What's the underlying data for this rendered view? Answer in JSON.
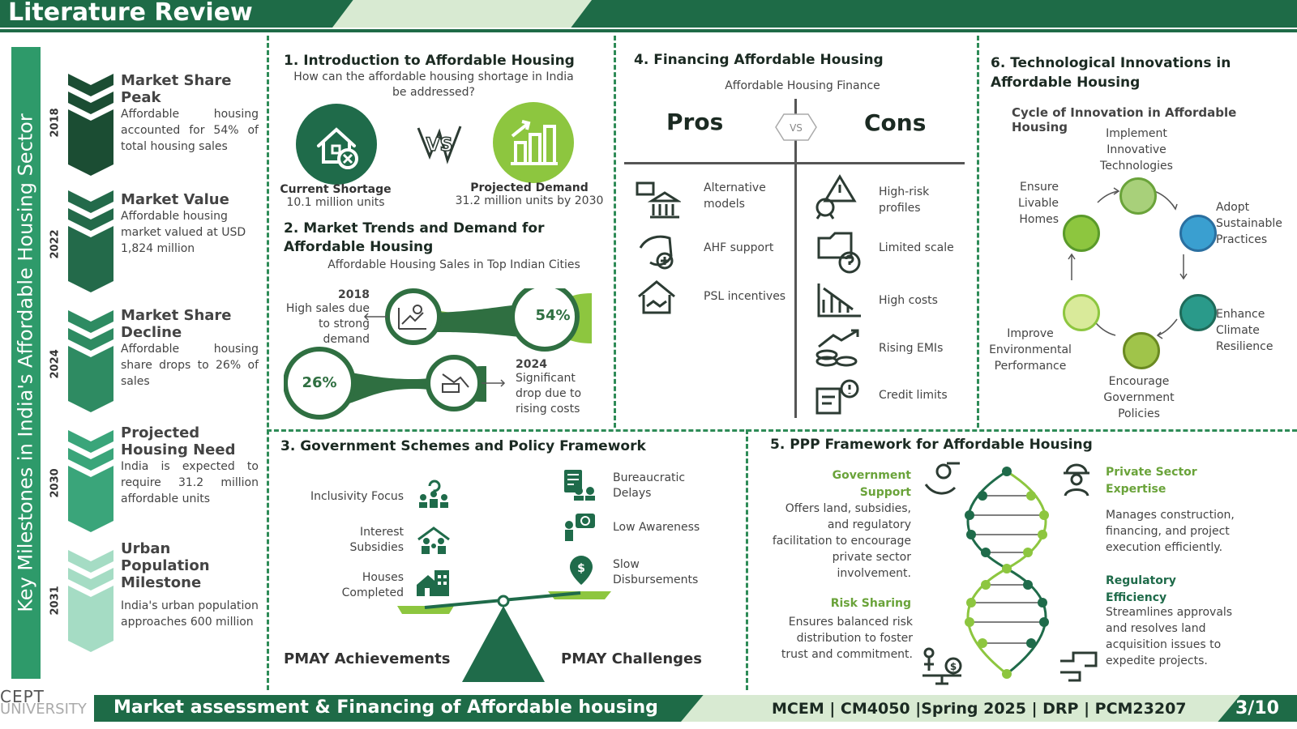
{
  "header": {
    "title": "Literature Review"
  },
  "sidebar": {
    "title": "Key Milestones in India's Affordable Housing Sector",
    "milestones": [
      {
        "year": "2018",
        "title": "Market Share Peak",
        "desc": "Affordable housing accounted for 54% of total housing sales"
      },
      {
        "year": "2022",
        "title": "Market Value",
        "desc": "Affordable housing market valued at USD 1,824 million"
      },
      {
        "year": "2024",
        "title": "Market Share Decline",
        "desc": "Affordable housing share drops to 26% of sales"
      },
      {
        "year": "2030",
        "title": "Projected Housing Need",
        "desc": "India is expected to require 31.2 million affordable units"
      },
      {
        "year": "2031",
        "title": "Urban Population Milestone",
        "desc": "India's urban population approaches 600 million"
      }
    ]
  },
  "s1": {
    "title": "1. Introduction to Affordable Housing",
    "question": "How can the affordable housing shortage in India be addressed?",
    "vs": "VS",
    "left": {
      "label": "Current Shortage",
      "value": "10.1 million units"
    },
    "right": {
      "label": "Projected Demand",
      "value": "31.2 million units by 2030"
    }
  },
  "s2": {
    "title": "2. Market Trends and Demand for Affordable Housing",
    "subtitle": "Affordable Housing Sales in Top Indian Cities",
    "top": {
      "year": "2018",
      "note": "High sales due to strong demand",
      "pct": "54%"
    },
    "bottom": {
      "year": "2024",
      "note": "Significant drop due to rising costs",
      "pct": "26%"
    }
  },
  "s3": {
    "title": "3. Government Schemes and Policy Framework",
    "achievements": [
      "Inclusivity Focus",
      "Interest Subsidies",
      "Houses Completed"
    ],
    "challenges": [
      "Bureaucratic Delays",
      "Low Awareness",
      "Slow Disbursements"
    ],
    "left_label": "PMAY Achievements",
    "right_label": "PMAY Challenges"
  },
  "s4": {
    "title": "4. Financing Affordable Housing",
    "subtitle": "Affordable Housing Finance",
    "pros_label": "Pros",
    "cons_label": "Cons",
    "vs": "VS",
    "pros": [
      "Alternative models",
      "AHF support",
      "PSL incentives"
    ],
    "cons": [
      "High-risk profiles",
      "Limited scale",
      "High costs",
      "Rising EMIs",
      "Credit limits"
    ]
  },
  "s5": {
    "title": "5. PPP Framework for Affordable Housing",
    "gov_title": "Government Support",
    "gov_desc": "Offers land, subsidies, and regulatory facilitation to encourage private sector involvement.",
    "risk_title": "Risk Sharing",
    "risk_desc": "Ensures balanced risk distribution to foster trust and commitment.",
    "priv_title": "Private Sector Expertise",
    "priv_desc": "Manages construction, financing, and project execution efficiently.",
    "reg_title": "Regulatory Efficiency",
    "reg_desc": "Streamlines approvals and resolves land acquisition issues to expedite projects."
  },
  "s6": {
    "title": "6. Technological Innovations in Affordable Housing",
    "subtitle": "Cycle of Innovation in Affordable Housing",
    "steps": [
      "Implement Innovative Technologies",
      "Adopt Sustainable Practices",
      "Enhance Climate Resilience",
      "Encourage Government Policies",
      "Improve Environmental Performance",
      "Ensure Livable Homes"
    ]
  },
  "footer": {
    "logo_line1": "CEPT",
    "logo_line2": "UNIVERSITY",
    "title": "Market assessment & Financing of Affordable housing",
    "course": "MCEM | CM4050 |Spring 2025 | DRP | PCM23207",
    "page": "3/10"
  },
  "colors": {
    "primary": "#1e6b47",
    "accent": "#8dc63f",
    "light": "#d8ead2"
  }
}
